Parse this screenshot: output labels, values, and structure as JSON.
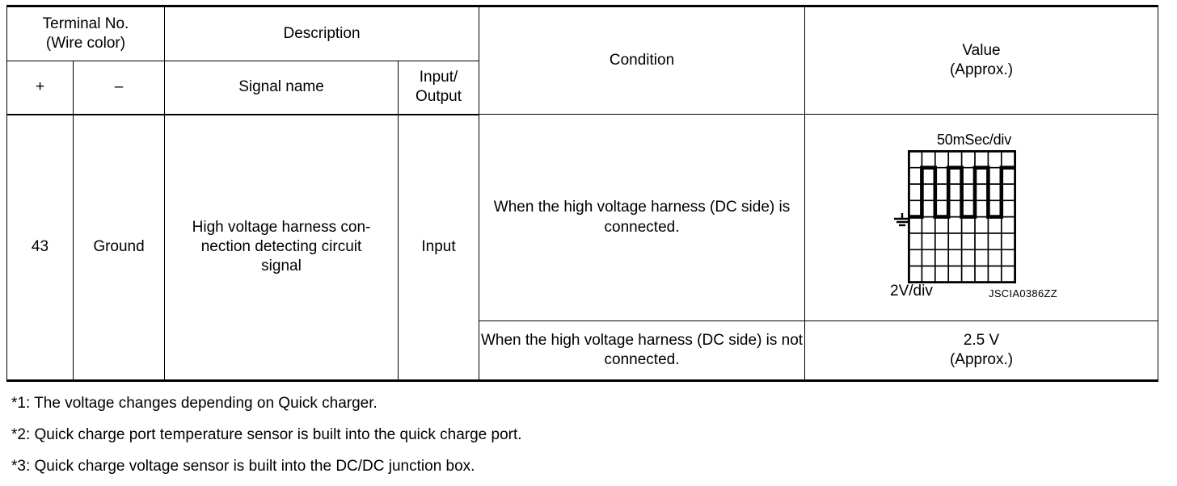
{
  "table": {
    "header": {
      "terminal_no": "Terminal No.\n(Wire color)",
      "plus": "+",
      "minus": "–",
      "description": "Description",
      "signal_name": "Signal name",
      "input_output": "Input/\nOutput",
      "condition": "Condition",
      "value": "Value\n(Approx.)"
    },
    "rows": [
      {
        "terminal_plus": "43",
        "terminal_minus": "Ground",
        "signal_name": "High voltage harness con-\nnection detecting circuit\nsignal",
        "input_output": "Input",
        "condition": "When the high voltage harness (DC side) is connected.",
        "value_type": "waveform"
      },
      {
        "condition": "When the high voltage harness (DC side) is not connected.",
        "value_type": "text",
        "value": "2.5 V\n(Approx.)"
      }
    ]
  },
  "waveform": {
    "time_per_div": "50mSec/div",
    "volts_per_div": "2V/div",
    "reference_code": "JSCIA0386ZZ",
    "ground_marker": "ground-symbol",
    "grid_columns": 8,
    "grid_rows": 8,
    "baseline_div": 5,
    "pulse_top_div": 2,
    "pulse_count": 4
  },
  "footnotes": [
    "*1: The voltage changes depending on Quick charger.",
    "*2: Quick charge port temperature sensor is built into the quick charge port.",
    "*3: Quick charge voltage sensor is built into the DC/DC junction box."
  ],
  "colors": {
    "ink": "#000000",
    "paper": "#ffffff"
  }
}
